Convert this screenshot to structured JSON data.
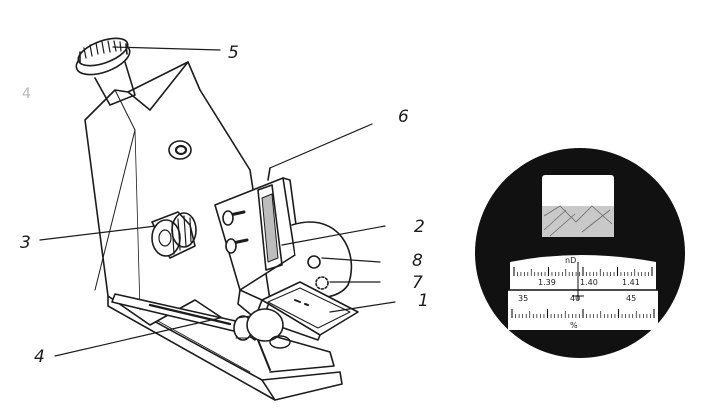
{
  "callouts": [
    {
      "id": "1",
      "text": "1"
    },
    {
      "id": "2",
      "text": "2"
    },
    {
      "id": "3",
      "text": "3"
    },
    {
      "id": "4",
      "text": "4"
    },
    {
      "id": "5",
      "text": "5"
    },
    {
      "id": "6",
      "text": "6"
    },
    {
      "id": "7",
      "text": "7"
    },
    {
      "id": "8",
      "text": "8"
    }
  ],
  "margin_mark": "4",
  "eyepiece_view": {
    "upper_scale_label": "nD",
    "upper_scale_ticks": [
      "1.39",
      "1.40",
      "1.41"
    ],
    "lower_scale_ticks": [
      "35",
      "40",
      "45"
    ],
    "lower_scale_unit": "%"
  },
  "colors": {
    "ink": "#1c1c1c",
    "field": "#111111",
    "paper": "#ffffff"
  }
}
